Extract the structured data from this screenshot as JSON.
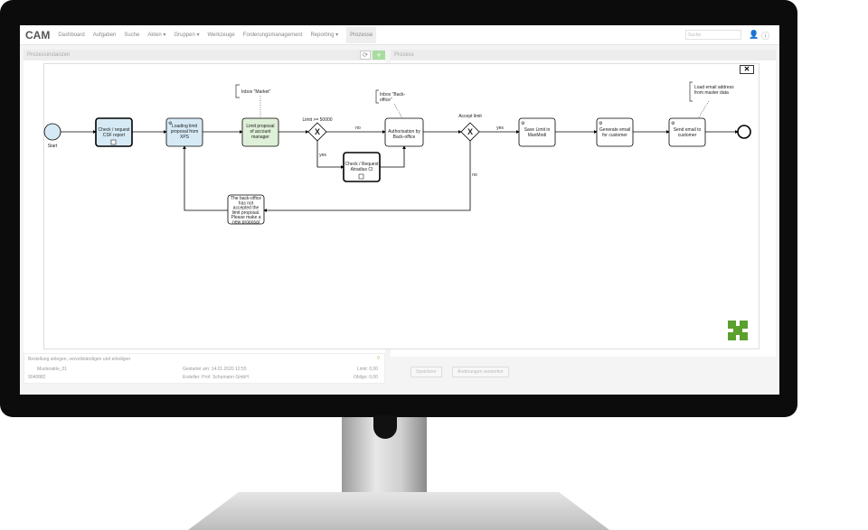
{
  "app": {
    "logo": "CAM",
    "nav": [
      "Dashboard",
      "Aufgaben",
      "Suche",
      "Akten ▾",
      "Gruppen ▾",
      "Werkzeuge",
      "Forderungsmanagement",
      "Reporting ▾",
      "Prozesse"
    ],
    "search_placeholder": "Suche"
  },
  "left_panel": {
    "title": "Prozessinstanzen",
    "card": {
      "title": "Bestellung anlegen, vervollständigen und erledigen",
      "badge": "0",
      "akte": "Musterakte_01",
      "number": "9040882",
      "started": "Gestartet am: 14.01.2020 12:55",
      "creator": "Ersteller: Prof. Schumann GmbH",
      "limit": "Limit: 0,00",
      "obligo": "Obligo: 0,00"
    }
  },
  "right_panel": {
    "title": "Prozess",
    "save": "Speichern",
    "discard": "Änderungen verwerfen"
  },
  "diagram": {
    "start": "Start",
    "t1": [
      "Check / request",
      "CSF report"
    ],
    "t2": [
      "Loading limit",
      "proposal from",
      "XPS"
    ],
    "t3": [
      "Limit proposal",
      "of account",
      "manager"
    ],
    "ann1": "Inbox \"Market\"",
    "g1": "Limit >= 50000",
    "no1": "no",
    "yes1": "yes",
    "t4": [
      "Authorisation by",
      "Back-office"
    ],
    "ann2": [
      "Inbox \"Back-",
      "office\""
    ],
    "t5": [
      "Check / Request",
      "Atradius CI"
    ],
    "g2": "Accept limit",
    "yes2": "yes",
    "no2": "no",
    "t6": [
      "Save Limit in",
      "ManModi"
    ],
    "t7": [
      "Generate email",
      "for customer"
    ],
    "t8": [
      "Send email to",
      "customer"
    ],
    "ann3": [
      "Load email address",
      "from master data"
    ],
    "t9": [
      "The back-office",
      "has not",
      "accepted the",
      "limit proposal.",
      "Please make a",
      "new proposal"
    ]
  },
  "colors": {
    "blue_task": "#d6eaf5",
    "green_task": "#dff0d8",
    "logo_green": "#5aa02c"
  }
}
